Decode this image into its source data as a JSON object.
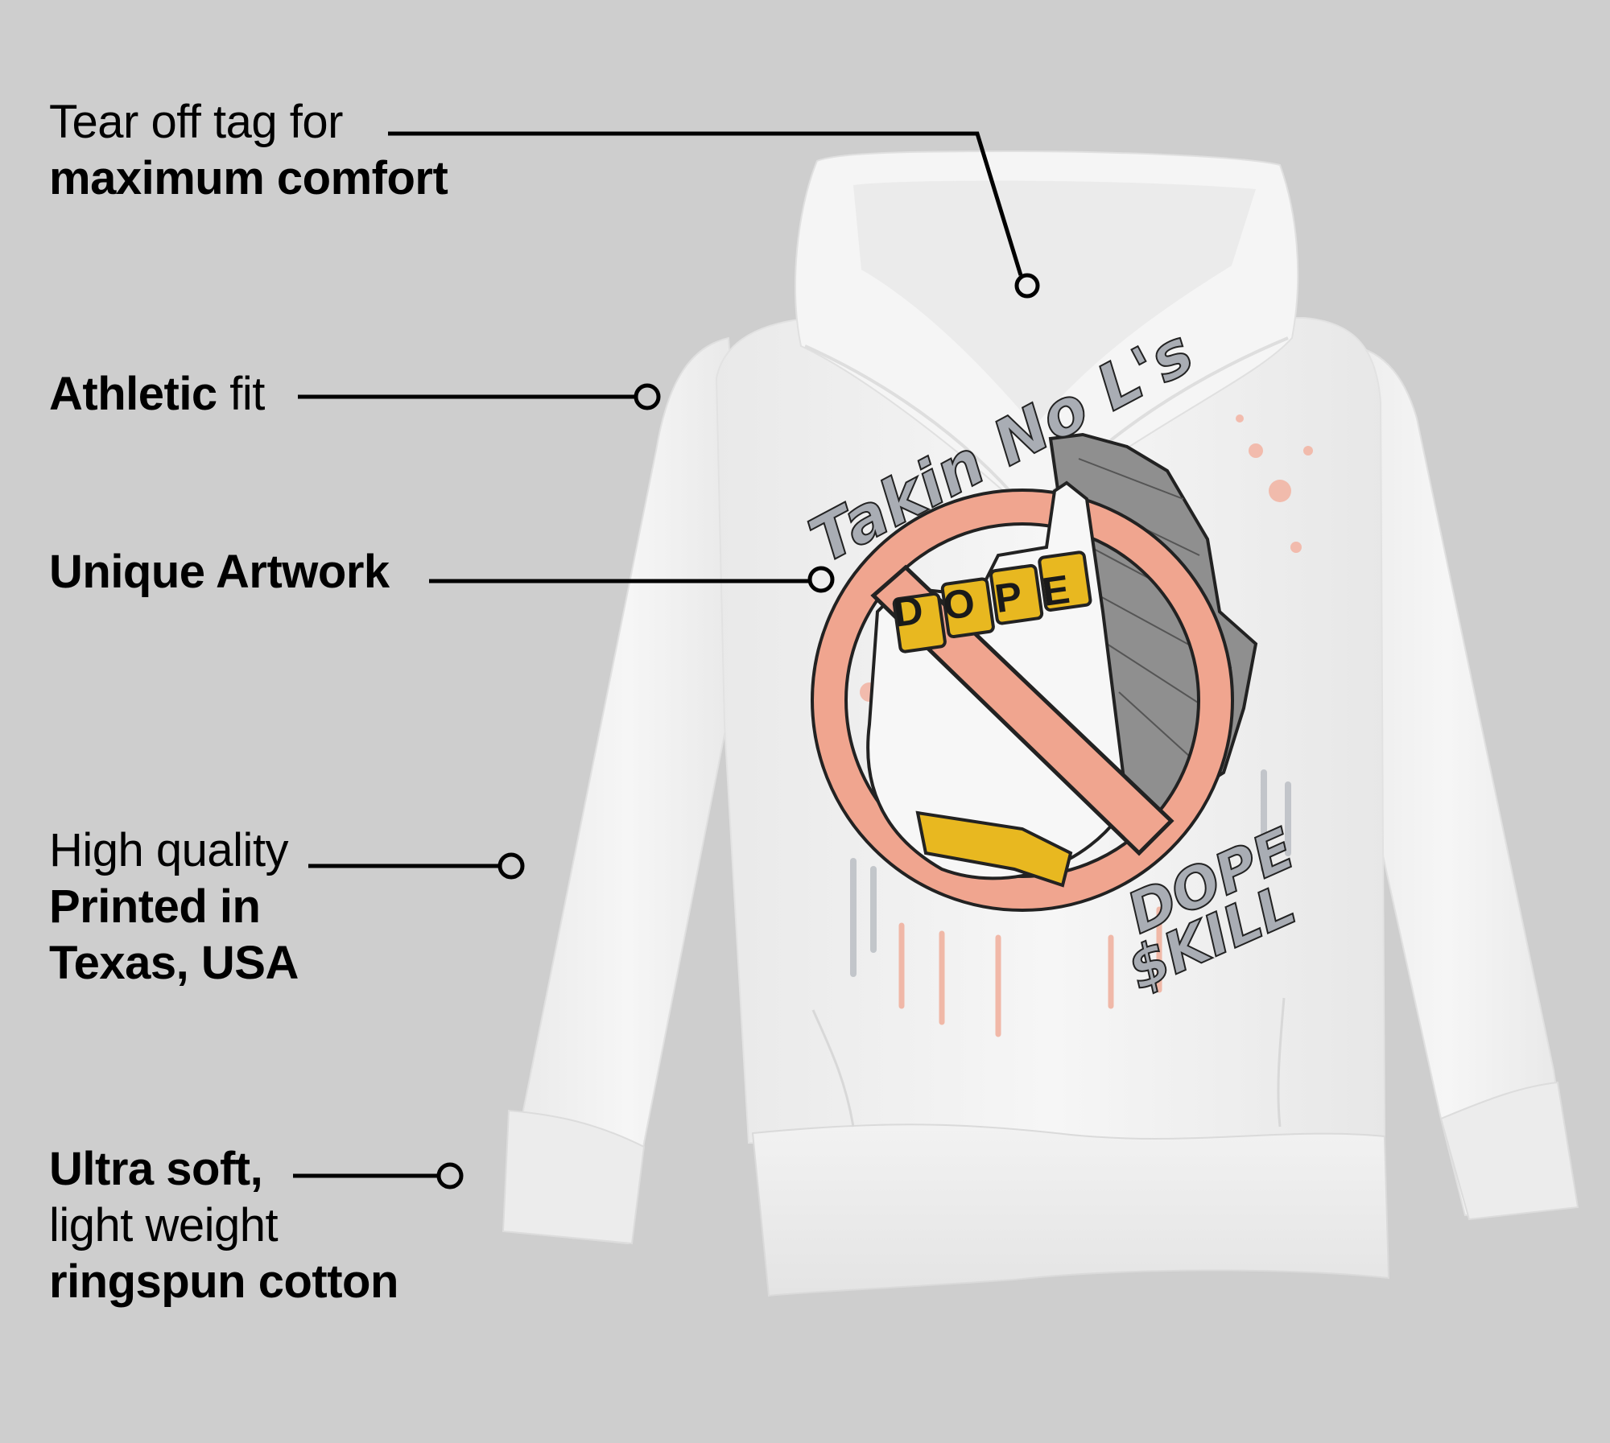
{
  "features": [
    {
      "id": "tear-off-tag",
      "lines": [
        {
          "normal": "Tear off tag for",
          "bold": ""
        },
        {
          "normal": "",
          "bold": "maximum comfort"
        }
      ]
    },
    {
      "id": "athletic-fit",
      "lines": [
        {
          "bold": "Athletic",
          "normal": " fit"
        }
      ]
    },
    {
      "id": "unique-artwork",
      "lines": [
        {
          "bold": "Unique Artwork",
          "normal": ""
        }
      ]
    },
    {
      "id": "printed-in-texas",
      "lines": [
        {
          "normal": "High quality",
          "bold": ""
        },
        {
          "normal": "",
          "bold": "Printed in"
        },
        {
          "normal": "",
          "bold": "Texas, USA"
        }
      ]
    },
    {
      "id": "ultra-soft",
      "lines": [
        {
          "normal": "",
          "bold": "Ultra soft,"
        },
        {
          "normal": "light weight",
          "bold": ""
        },
        {
          "normal": "",
          "bold": "ringspun cotton"
        }
      ]
    }
  ],
  "artwork": {
    "top_text": "Takin No L's",
    "ring_text": "DOPE",
    "bottom_text_line1": "DOPE",
    "bottom_text_line2": "$KILL"
  },
  "colors": {
    "background": "#cecece",
    "hoodie": "#f3f3f3",
    "salmon": "#f0a58f",
    "gold": "#e8b820",
    "lettering_grey": "#a9adb4",
    "callout_line": "#000000"
  }
}
